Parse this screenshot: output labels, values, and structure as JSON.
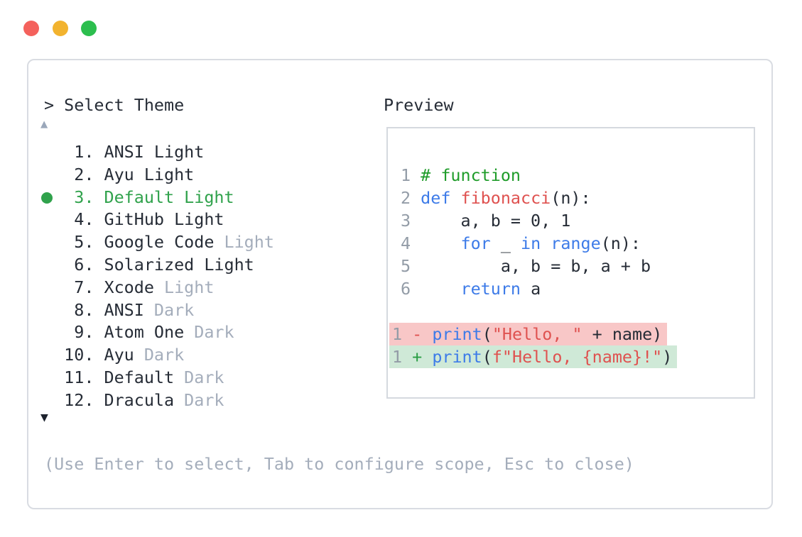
{
  "window": {
    "controls": [
      {
        "name": "close",
        "color": "#f4615c"
      },
      {
        "name": "minimize",
        "color": "#f2b32f"
      },
      {
        "name": "maximize",
        "color": "#2cbe4e"
      }
    ]
  },
  "header": {
    "title": "> Select Theme"
  },
  "theme_list": {
    "scroll_up_icon": "▲",
    "scroll_down_icon": "▼",
    "selected_number": 3,
    "items": [
      {
        "num": " 1. ",
        "name": "ANSI Light",
        "suffix": "",
        "selected": false
      },
      {
        "num": " 2. ",
        "name": "Ayu Light",
        "suffix": "",
        "selected": false
      },
      {
        "num": " 3. ",
        "name": "Default Light",
        "suffix": "",
        "selected": true
      },
      {
        "num": " 4. ",
        "name": "GitHub Light",
        "suffix": "",
        "selected": false
      },
      {
        "num": " 5. ",
        "name": "Google Code ",
        "suffix": "Light",
        "selected": false
      },
      {
        "num": " 6. ",
        "name": "Solarized Light",
        "suffix": "",
        "selected": false
      },
      {
        "num": " 7. ",
        "name": "Xcode ",
        "suffix": "Light",
        "selected": false
      },
      {
        "num": " 8. ",
        "name": "ANSI ",
        "suffix": "Dark",
        "selected": false
      },
      {
        "num": " 9. ",
        "name": "Atom One ",
        "suffix": "Dark",
        "selected": false
      },
      {
        "num": "10. ",
        "name": "Ayu ",
        "suffix": "Dark",
        "selected": false
      },
      {
        "num": "11. ",
        "name": "Default ",
        "suffix": "Dark",
        "selected": false
      },
      {
        "num": "12. ",
        "name": "Dracula ",
        "suffix": "Dark",
        "selected": false
      }
    ]
  },
  "preview": {
    "label": "Preview",
    "code": [
      {
        "n": "1",
        "tokens": [
          {
            "c": "comment",
            "t": "# function"
          }
        ]
      },
      {
        "n": "2",
        "tokens": [
          {
            "c": "keyword",
            "t": "def"
          },
          {
            "c": "plain",
            "t": " "
          },
          {
            "c": "function",
            "t": "fibonacci"
          },
          {
            "c": "plain",
            "t": "(n):"
          }
        ]
      },
      {
        "n": "3",
        "tokens": [
          {
            "c": "plain",
            "t": "    a, b = 0, 1"
          }
        ]
      },
      {
        "n": "4",
        "tokens": [
          {
            "c": "plain",
            "t": "    "
          },
          {
            "c": "keyword",
            "t": "for"
          },
          {
            "c": "plain",
            "t": " _ "
          },
          {
            "c": "keyword",
            "t": "in"
          },
          {
            "c": "plain",
            "t": " "
          },
          {
            "c": "keyword",
            "t": "range"
          },
          {
            "c": "plain",
            "t": "(n):"
          }
        ]
      },
      {
        "n": "5",
        "tokens": [
          {
            "c": "plain",
            "t": "        a, b = b, a + b"
          }
        ]
      },
      {
        "n": "6",
        "tokens": [
          {
            "c": "plain",
            "t": "    "
          },
          {
            "c": "keyword",
            "t": "return"
          },
          {
            "c": "plain",
            "t": " a"
          }
        ]
      }
    ],
    "diff": [
      {
        "n": "1",
        "sign": "-",
        "kind": "removed",
        "tokens": [
          {
            "c": "keyword",
            "t": "print"
          },
          {
            "c": "plain",
            "t": "("
          },
          {
            "c": "string",
            "t": "\"Hello, \""
          },
          {
            "c": "plain",
            "t": " + name)"
          }
        ]
      },
      {
        "n": "1",
        "sign": "+",
        "kind": "added",
        "tokens": [
          {
            "c": "keyword",
            "t": "print"
          },
          {
            "c": "plain",
            "t": "("
          },
          {
            "c": "string",
            "t": "f\"Hello, {name}!\""
          },
          {
            "c": "plain",
            "t": ")"
          }
        ]
      }
    ]
  },
  "footer": {
    "hint": "(Use Enter to select, Tab to configure scope, Esc to close)"
  },
  "colors": {
    "selection_green": "#30a24c",
    "comment_green": "#1f9c2a",
    "keyword_blue": "#3d7be8",
    "string_red": "#df5250",
    "diff_removed_bg": "#f8c7c7",
    "diff_added_bg": "#cfe9d7",
    "muted_gray": "#a4adbb",
    "line_number_gray": "#939ca7",
    "panel_border": "#d9dce2"
  }
}
